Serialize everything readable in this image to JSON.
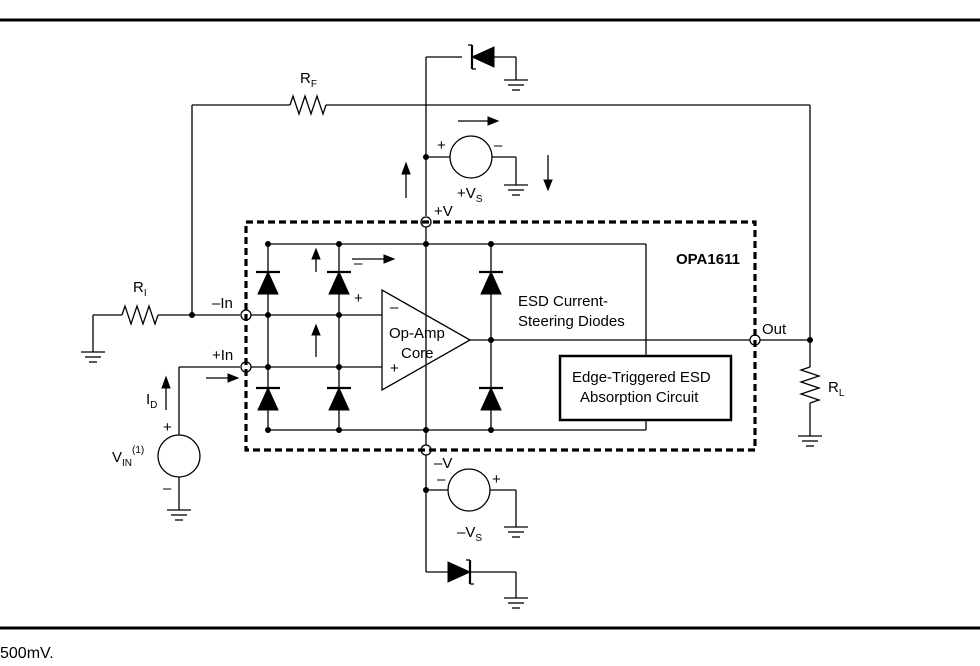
{
  "labels": {
    "rf": "R",
    "rf_sub": "F",
    "ri": "R",
    "ri_sub": "I",
    "rl": "R",
    "rl_sub": "L",
    "vs_pos": "+V",
    "vs_pos_sub": "S",
    "vs_neg": "–V",
    "vs_neg_sub": "S",
    "pos_rail": "+V",
    "neg_rail": "–V",
    "in_neg": "–In",
    "in_pos": "+In",
    "out": "Out",
    "chip": "OPA1611",
    "core_line1": "Op-Amp",
    "core_line2": "Core",
    "esd_line1": "ESD Current-",
    "esd_line2": "Steering Diodes",
    "edge_line1": "Edge-Triggered ESD",
    "edge_line2": "Absorption Circuit",
    "id": "I",
    "id_sub": "D",
    "vin": "V",
    "vin_sub": "IN",
    "vin_note": "(1)",
    "plus": "+",
    "minus": "–"
  },
  "footnote": "500mV."
}
